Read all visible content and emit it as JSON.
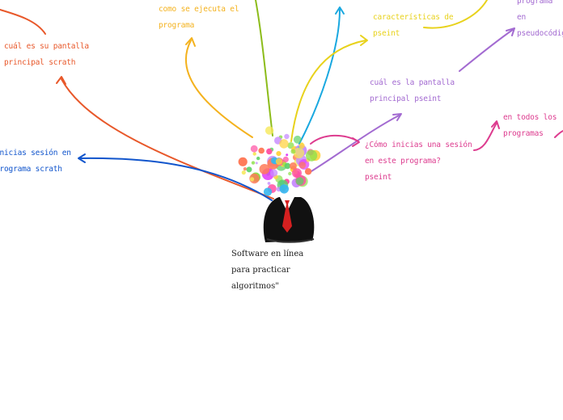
{
  "central": {
    "label": "Software en línea\npara practicar\nalgoritmos\"",
    "color": "#222222"
  },
  "colors": {
    "orange_red": "#e8582a",
    "blue": "#1155cc",
    "gold": "#f4b21e",
    "green": "#8cbc1a",
    "cyan": "#19a8e0",
    "yellow": "#e8d21c",
    "purple": "#a36bd1",
    "magenta": "#dd3c8f",
    "tie_red": "#d62020"
  },
  "nodes": {
    "scratch_pantalla": {
      "text": "cuál es su pantalla\nprincipal scrath"
    },
    "scratch_sesion": {
      "text": "inicias sesión en\nprograma scrath"
    },
    "ejecuta": {
      "text": "como se ejecuta el\nprograma"
    },
    "caracteristicas": {
      "text": "características de\npseint"
    },
    "pantalla_pseint": {
      "text": "cuál es la pantalla\nprincipal pseint"
    },
    "pseudocodigo": {
      "text": "programa\nen pseudocódigo"
    },
    "sesion_pseint": {
      "text": "¿Cómo inicias una sesión\nen este programa?\npseint"
    },
    "todos": {
      "text": "en todos los\nprogramas"
    }
  }
}
